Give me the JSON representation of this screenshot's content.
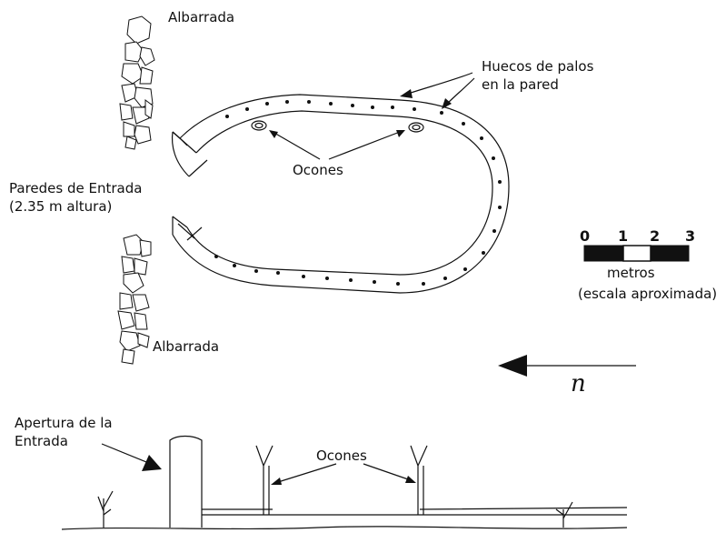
{
  "labels": {
    "albarrada_top": "Albarrada",
    "albarrada_bottom": "Albarrada",
    "huecos_line1": "Huecos de palos",
    "huecos_line2": "en la pared",
    "ocones_plan": "Ocones",
    "paredes_line1": "Paredes de Entrada",
    "paredes_line2": "(2.35 m altura)",
    "apertura_line1": "Apertura de la",
    "apertura_line2": "Entrada",
    "ocones_section": "Ocones",
    "north_symbol": "n"
  },
  "scale": {
    "ticks": [
      "0",
      "1",
      "2",
      "3"
    ],
    "unit": "metros",
    "note": "(escala aproximada)"
  },
  "colors": {
    "ink": "#111111",
    "background": "#ffffff"
  }
}
